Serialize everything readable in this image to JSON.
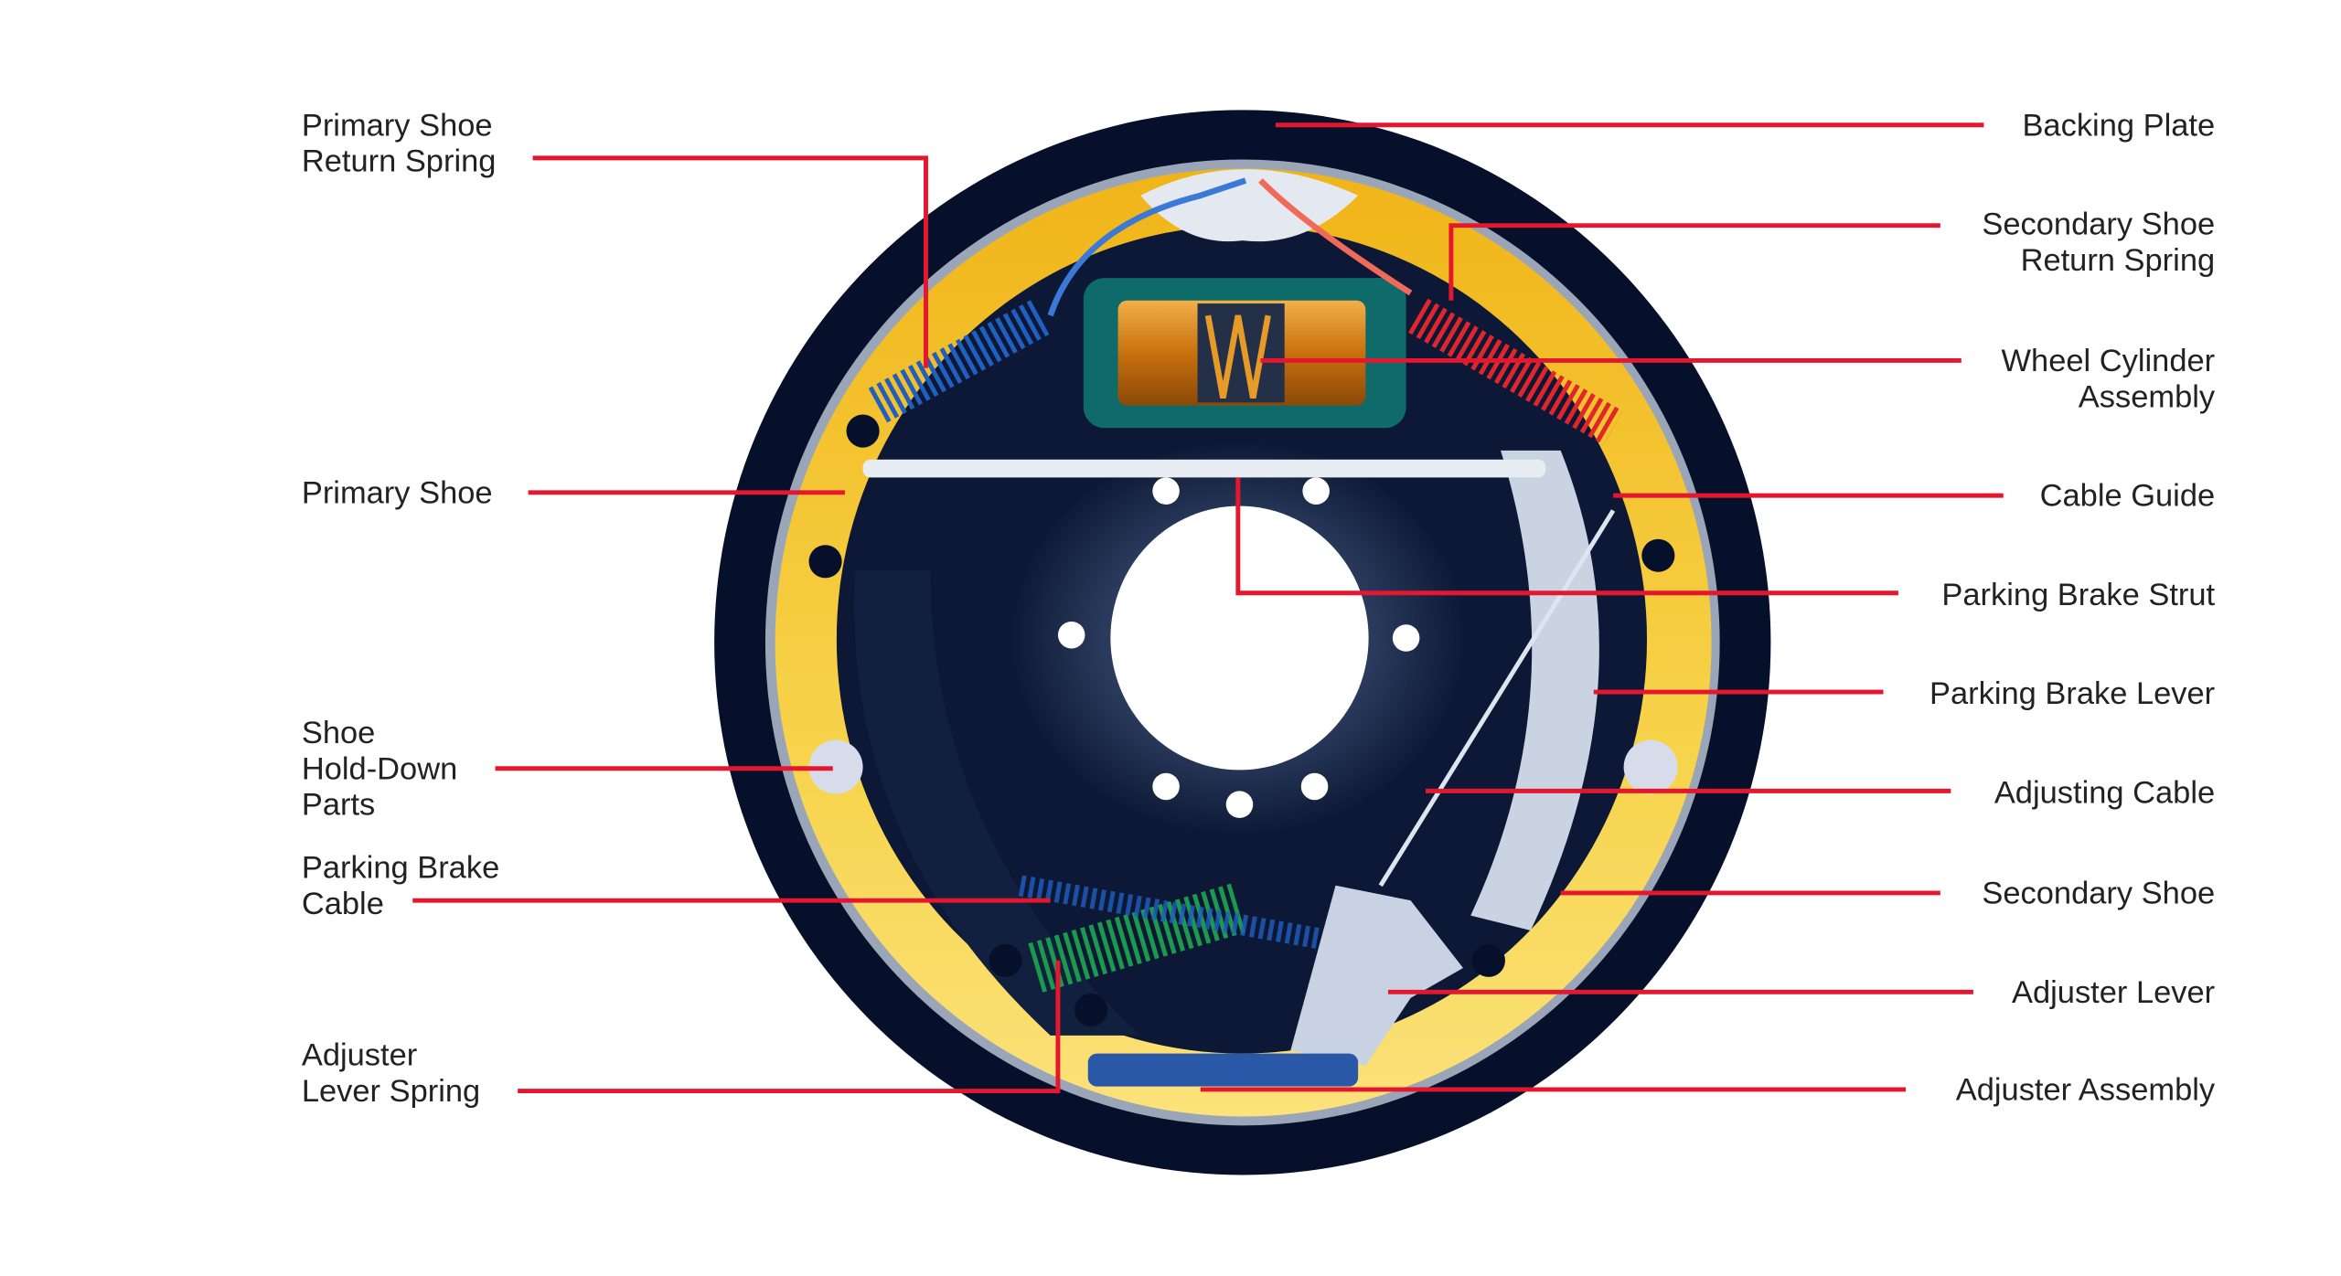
{
  "title": "Drum Brake Components",
  "colors": {
    "leader": "#e5172f",
    "plate": "#0b1633",
    "shoe": "#f5c21b",
    "primary_spring": "#1f5fbf",
    "secondary_spring": "#e0262b",
    "adjuster_spring": "#1a9a4a",
    "cylinder": "#d98a1c"
  },
  "labels_left": [
    {
      "lines": [
        "Primary Shoe",
        "Return Spring"
      ]
    },
    {
      "lines": [
        "Primary Shoe"
      ]
    },
    {
      "lines": [
        "Shoe",
        "Hold-Down",
        "Parts"
      ]
    },
    {
      "lines": [
        "Parking Brake",
        "Cable"
      ]
    },
    {
      "lines": [
        "Adjuster",
        "Lever Spring"
      ]
    }
  ],
  "labels_right": [
    {
      "lines": [
        "Backing Plate"
      ]
    },
    {
      "lines": [
        "Secondary Shoe",
        "Return Spring"
      ]
    },
    {
      "lines": [
        "Wheel Cylinder",
        "Assembly"
      ]
    },
    {
      "lines": [
        "Cable Guide"
      ]
    },
    {
      "lines": [
        "Parking Brake Strut"
      ]
    },
    {
      "lines": [
        "Parking Brake Lever"
      ]
    },
    {
      "lines": [
        "Adjusting Cable"
      ]
    },
    {
      "lines": [
        "Secondary Shoe"
      ]
    },
    {
      "lines": [
        "Adjuster Lever"
      ]
    },
    {
      "lines": [
        "Adjuster Assembly"
      ]
    }
  ]
}
